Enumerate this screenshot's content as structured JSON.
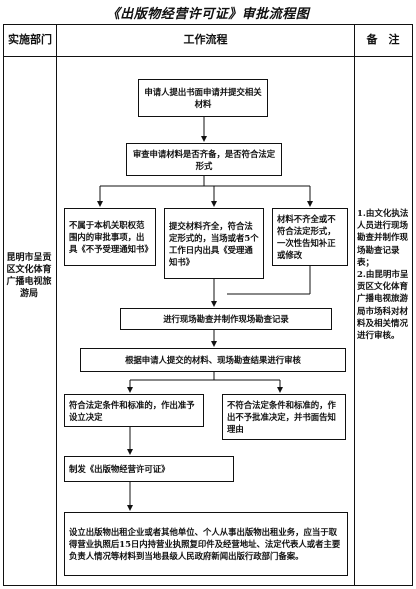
{
  "title": "《出版物经营许可证》审批流程图",
  "headers": {
    "dept": "实施部门",
    "process": "工作流程",
    "notes": "备　注"
  },
  "department": "昆明市呈贡区文化体育广播电视旅游局",
  "notes": "1.由文化执法人员进行现场勘查并制作现场勘查记录表；\n2.由昆明市呈贡区文化体育广播电视旅游局市场科对材料及相关情况进行审核。",
  "steps": {
    "apply": "申请人提出书面申请并提交相关材料",
    "review": "审查申请材料是否齐备，是否符合法定形式",
    "not_scope": "不属于本机关职权范围内的审批事项，出具《不予受理通知书》",
    "accept": "提交材料齐全，符合法定形式的，当场或者5个工作日内出具《受理通知书》",
    "incomplete": "材料不齐全或不符合法定形式，一次性告知补正或修改",
    "inspect": "进行现场勘查并制作现场勘查记录",
    "audit": "根据申请人提交的材料、现场勘查结果进行审核",
    "approve": "符合法定条件和标准的，作出准予设立决定",
    "reject": "不符合法定条件和标准的，作出不予批准决定，并书面告知理由",
    "issue": "制发《出版物经营许可证》",
    "final": "设立出版物出租企业或者其他单位、个人从事出版物出租业务，应当于取得营业执照后15日内持营业执照复印件及经营地址、法定代表人或者主要负责人情况等材料到当地县级人民政府新闻出版行政部门备案。"
  }
}
